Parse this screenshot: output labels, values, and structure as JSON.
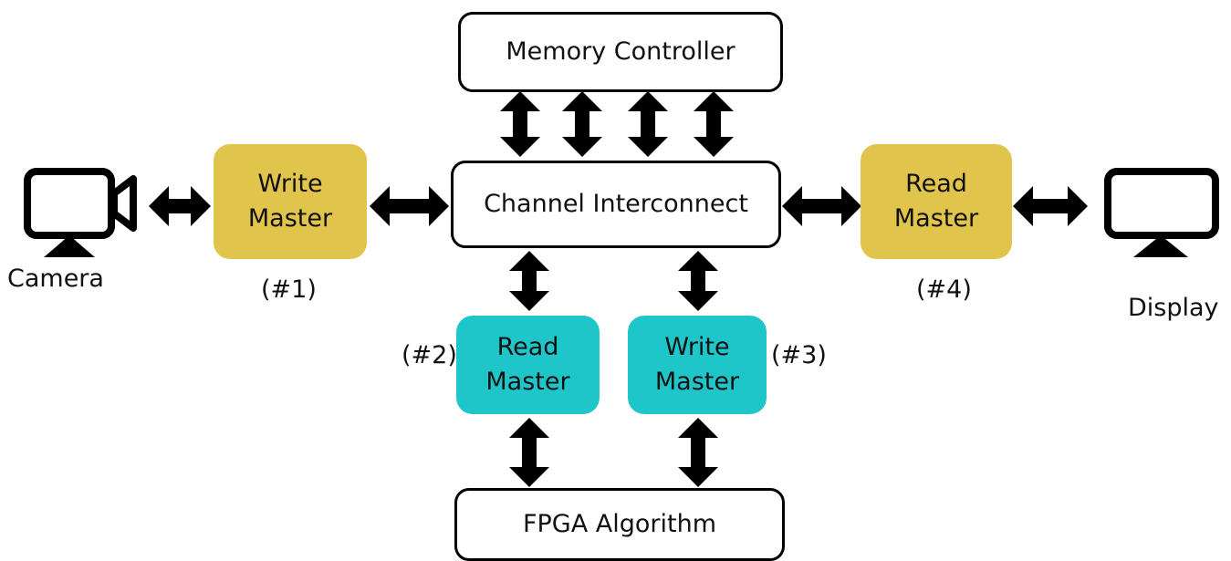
{
  "colors": {
    "write_master_1_fill": "#e0c44c",
    "read_master_4_fill": "#e0c44c",
    "algorithm_masters_fill": "#1fc6c9",
    "outline": "#000000",
    "arrow": "#000000"
  },
  "nodes": {
    "memory_controller": "Memory Controller",
    "channel_interconnect": "Channel Interconnect",
    "fpga_algorithm": "FPGA Algorithm",
    "write_master_1": {
      "line1": "Write",
      "line2": "Master",
      "tag": "(#1)"
    },
    "read_master_2": {
      "line1": "Read",
      "line2": "Master",
      "tag": "(#2)"
    },
    "write_master_3": {
      "line1": "Write",
      "line2": "Master",
      "tag": "(#3)"
    },
    "read_master_4": {
      "line1": "Read",
      "line2": "Master",
      "tag": "(#4)"
    }
  },
  "devices": {
    "camera": {
      "label": "Camera",
      "icon": "camera-icon"
    },
    "display": {
      "label": "Display",
      "icon": "monitor-icon"
    }
  },
  "edges": [
    {
      "from": "camera",
      "to": "write_master_1",
      "type": "bidirectional"
    },
    {
      "from": "write_master_1",
      "to": "channel_interconnect",
      "type": "bidirectional"
    },
    {
      "from": "channel_interconnect",
      "to": "read_master_4",
      "type": "bidirectional"
    },
    {
      "from": "read_master_4",
      "to": "display",
      "type": "bidirectional"
    },
    {
      "from": "memory_controller",
      "to": "channel_interconnect",
      "type": "bidirectional",
      "count": 4
    },
    {
      "from": "channel_interconnect",
      "to": "read_master_2",
      "type": "bidirectional"
    },
    {
      "from": "channel_interconnect",
      "to": "write_master_3",
      "type": "bidirectional"
    },
    {
      "from": "read_master_2",
      "to": "fpga_algorithm",
      "type": "bidirectional"
    },
    {
      "from": "write_master_3",
      "to": "fpga_algorithm",
      "type": "bidirectional"
    }
  ]
}
